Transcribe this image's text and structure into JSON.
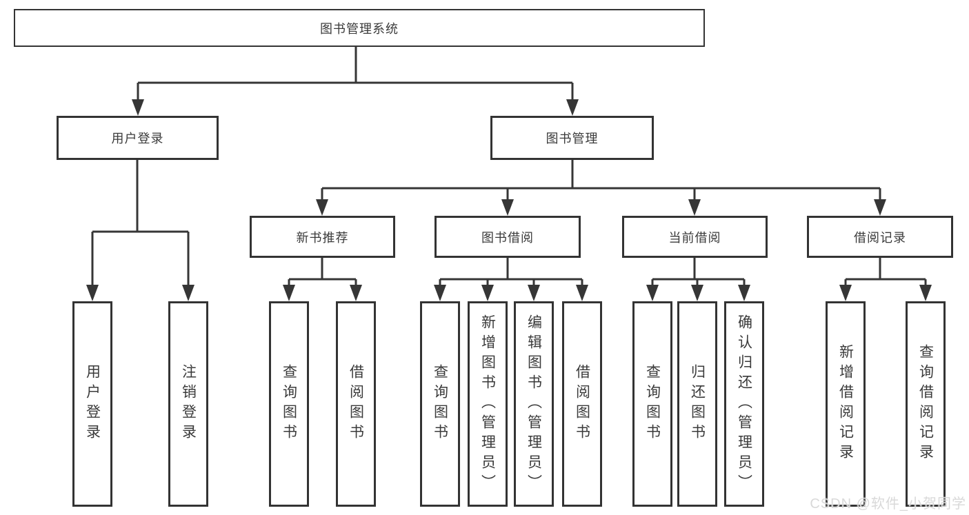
{
  "diagram": {
    "root": "图书管理系统",
    "branches": [
      {
        "label": "用户登录",
        "children": [
          "用户登录",
          "注销登录"
        ]
      },
      {
        "label": "图书管理",
        "children": [
          {
            "label": "新书推荐",
            "children": [
              "查询图书",
              "借阅图书"
            ]
          },
          {
            "label": "图书借阅",
            "children": [
              "查询图书",
              "新增图书（管理员）",
              "编辑图书（管理员）",
              "借阅图书"
            ]
          },
          {
            "label": "当前借阅",
            "children": [
              "查询图书",
              "归还图书",
              "确认归还（管理员）"
            ]
          },
          {
            "label": "借阅记录",
            "children": [
              "新增借阅记录",
              "查询借阅记录"
            ]
          }
        ]
      }
    ]
  },
  "watermark": "CSDN @软件_小贺同学",
  "colors": {
    "line": "#333333",
    "box_border": "#333333",
    "text": "#3a3a3a",
    "background": "#ffffff",
    "watermark": "#d9d9d9"
  }
}
